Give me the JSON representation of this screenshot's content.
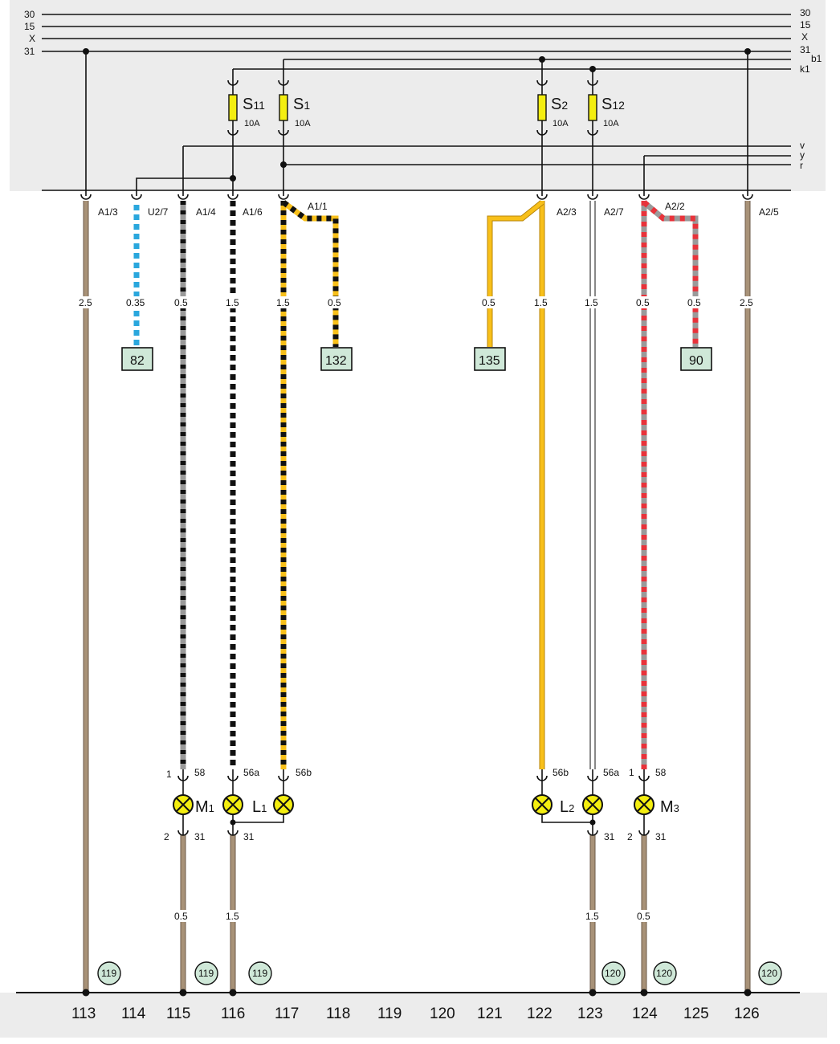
{
  "bus": {
    "left_labels": [
      "30",
      "15",
      "X",
      "31"
    ],
    "right_labels": [
      "30",
      "15",
      "X",
      "31",
      "b1",
      "k1"
    ],
    "right_inner_labels": [
      "v",
      "y",
      "r"
    ]
  },
  "fuses": [
    {
      "name": "S11",
      "rating": "10A"
    },
    {
      "name": "S1",
      "rating": "10A"
    },
    {
      "name": "S2",
      "rating": "10A"
    },
    {
      "name": "S12",
      "rating": "10A"
    }
  ],
  "connectors": [
    "A1/3",
    "U2/7",
    "A1/4",
    "A1/6",
    "A1/1",
    "A2/3",
    "A2/7",
    "A2/2",
    "A2/5"
  ],
  "wire_sizes": [
    "2.5",
    "0.35",
    "0.5",
    "1.5",
    "1.5",
    "0.5",
    "0.5",
    "1.5",
    "1.5",
    "0.5",
    "0.5",
    "2.5"
  ],
  "refs": [
    "82",
    "132",
    "135",
    "90"
  ],
  "lamp_pins": {
    "m1_top_num": "1",
    "m1_top": "58",
    "m1_bot_num": "2",
    "m1_bot": "31",
    "l1_a": "56a",
    "l1_b": "56b",
    "l1_bot": "31",
    "l2_b": "56b",
    "l2_a": "56a",
    "l2_bot": "31",
    "m3_top_num": "1",
    "m3_top": "58",
    "m3_bot_num": "2",
    "m3_bot": "31"
  },
  "lamps": {
    "m1": "M",
    "m1_sub": "1",
    "l1": "L",
    "l1_sub": "1",
    "l2": "L",
    "l2_sub": "2",
    "m3": "M",
    "m3_sub": "3"
  },
  "lower_sizes": [
    "0.5",
    "1.5",
    "1.5",
    "0.5"
  ],
  "ground_refs": [
    "119",
    "119",
    "119",
    "120",
    "120",
    "120"
  ],
  "footer": [
    "113",
    "114",
    "115",
    "116",
    "117",
    "118",
    "119",
    "120",
    "121",
    "122",
    "123",
    "124",
    "125",
    "126"
  ],
  "colors": {
    "brown": "#a89278",
    "blue": "#2aa7dd",
    "yellow": "#f8c01a",
    "red": "#e8323a",
    "grey": "#9a9a9a",
    "black": "#111111",
    "fuse": "#f4ee10",
    "ref_box": "#cfe8d8",
    "ground_circle": "#cfe8d8",
    "top_bg": "#ececec"
  }
}
